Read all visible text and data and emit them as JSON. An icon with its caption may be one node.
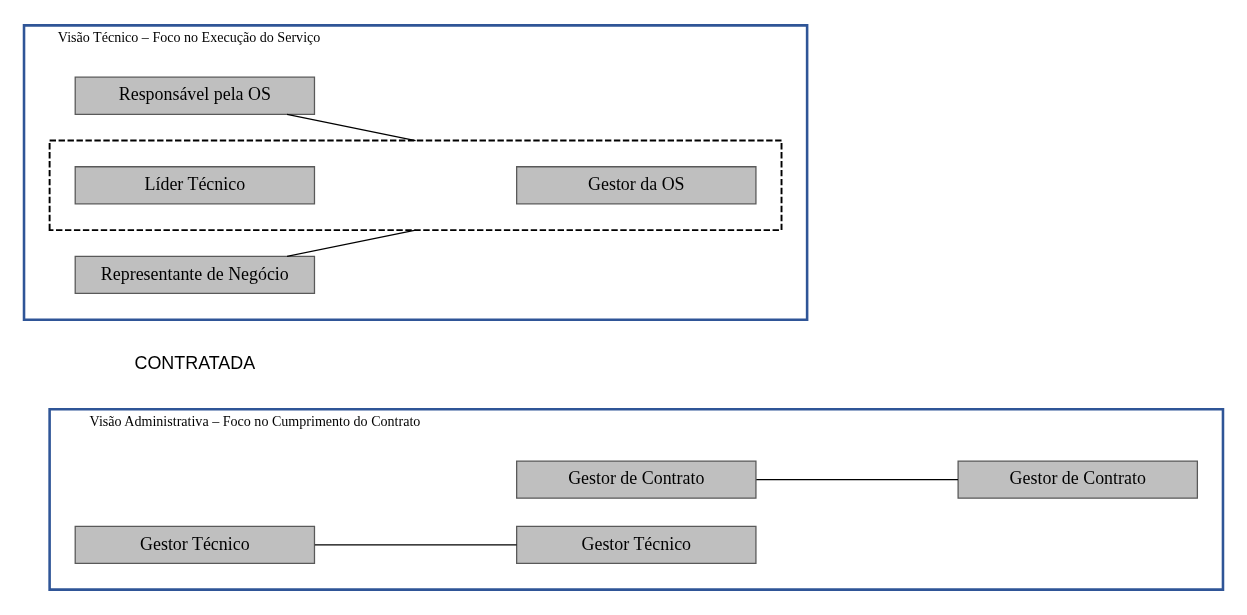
{
  "diagram": {
    "nodes": [
      {
        "text": [
          "Visão Administrativa – Foco no Cumprimento do Contrato"
        ]
      },
      {
        "text": [
          "Gestor de Contrato"
        ],
        "in": 0
      },
      {
        "text": [
          "Gestor Técnico"
        ],
        "in": 0
      },
      {
        "text": [
          "Gestor de Contrato"
        ],
        "in": 0
      },
      {
        "text": [
          "Gestor Técnico"
        ],
        "in": 0
      },
      {
        "text": [
          "Visão Técnico – Foco no Execução do Serviço"
        ]
      },
      {
        "text": [
          "Responsável pela OS"
        ],
        "in": 5
      },
      {
        "text": [
          "Representante de Negócio"
        ],
        "in": 5
      },
      {
        "text": [],
        "shape": "box",
        "in": 5
      },
      {
        "text": [
          "Gestor da OS"
        ],
        "in": 8
      },
      {
        "text": [
          "Líder Técnico"
        ],
        "in": 8
      }
    ],
    "edges": [
      {
        "from": 1,
        "to": 3,
        "arrow": "none"
      },
      {
        "from": 2,
        "to": 4,
        "arrow": "none"
      },
      {
        "from": 6,
        "to": 8,
        "arrow": "none"
      },
      {
        "from": 7,
        "to": 8,
        "arrow": "none"
      }
    ],
    "labels": [
      "CONTRATADA"
    ]
  }
}
